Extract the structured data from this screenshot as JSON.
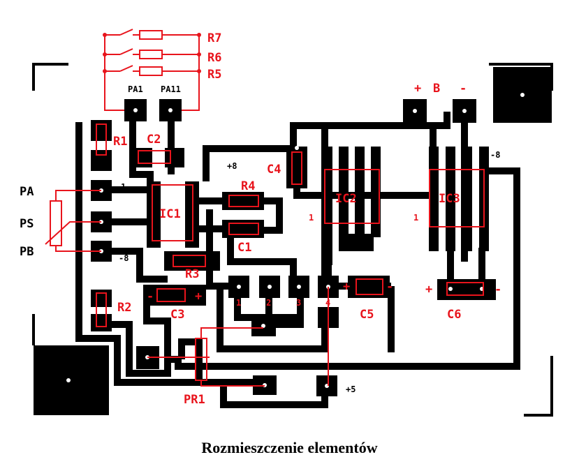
{
  "colors": {
    "copper": "#000000",
    "overlay": "#e8141c",
    "background": "#ffffff"
  },
  "labels": {
    "r7": "R7",
    "r6": "R6",
    "r5": "R5",
    "pa1": "PA1",
    "pa2": "PA11",
    "r1": "R1",
    "c2": "C2",
    "c4": "C4",
    "plus8": "+8",
    "r4": "R4",
    "ic1": "IC1",
    "c1": "C1",
    "r3": "R3",
    "ic2": "IC2",
    "ic3": "IC3",
    "b_plus": "+",
    "b_label": "B",
    "b_minus": "-",
    "minus8_right": "-8",
    "pa": "PA",
    "ps": "PS",
    "pb": "PB",
    "pin1_ic1": "1",
    "minus8_left": "-8",
    "r2": "R2",
    "c3": "C3",
    "c3_minus": "-",
    "c3_plus": "+",
    "pad1": "1",
    "pad2": "2",
    "pad3": "3",
    "pad4": "4",
    "c5": "C5",
    "c5_plus": "+",
    "c5_minus": "-",
    "c6": "C6",
    "c6_plus": "+",
    "c6_minus": "-",
    "pin1_ic2": "1",
    "pin1_ic3": "1",
    "pr1": "PR1",
    "plus5": "+5"
  },
  "caption": "Rozmieszczenie elementów"
}
